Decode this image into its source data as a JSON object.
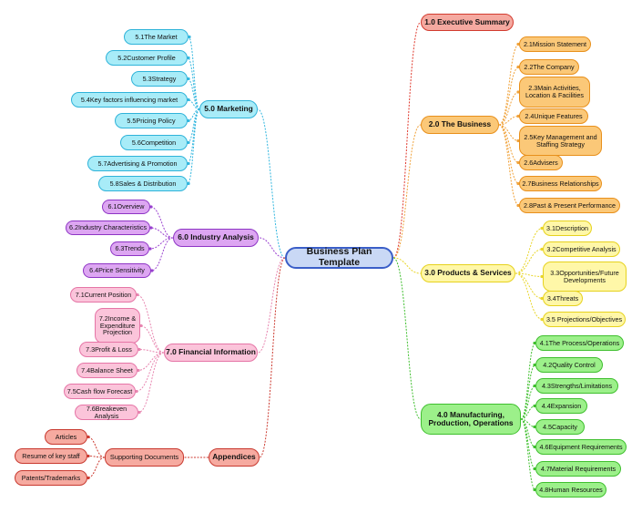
{
  "colors": {
    "center": {
      "fill": "#c9d8f5",
      "border": "#3a5ec8",
      "line": "#3a5ec8"
    },
    "exec": {
      "fill": "#f5a9a0",
      "border": "#d23b2f",
      "line": "#e03a2e"
    },
    "business": {
      "fill": "#fbc878",
      "border": "#e8901c",
      "line": "#f0a23a"
    },
    "products": {
      "fill": "#fff7a8",
      "border": "#e6d21e",
      "line": "#e9d62a"
    },
    "manufacturing": {
      "fill": "#9cf08a",
      "border": "#3fbf2e",
      "line": "#3fbf2e"
    },
    "marketing": {
      "fill": "#a8ecf8",
      "border": "#2fb3d9",
      "line": "#33b7df"
    },
    "industry": {
      "fill": "#dda6f2",
      "border": "#8e35c5",
      "line": "#9a42d0"
    },
    "financial": {
      "fill": "#fbc4da",
      "border": "#e575a6",
      "line": "#e886b0"
    },
    "appendices": {
      "fill": "#f6aaa0",
      "border": "#c8392f",
      "line": "#cc3a30"
    }
  },
  "center": {
    "label": "Business Plan Template",
    "icon": "mind-map-root"
  },
  "branches": {
    "exec": {
      "label": "1.0   Executive Summary"
    },
    "business": {
      "label": "2.0   The Business",
      "children": [
        "2.1Mission  Statement",
        "2.2The Company",
        "2.3Main Activities, Location & Facilities",
        "2.4Unique Features",
        "2.5Key Management and Staffing Strategy",
        "2.6Advisers",
        "2.7Business Relationships",
        "2.8Past & Present Performance"
      ]
    },
    "products": {
      "label": "3.0   Products & Services",
      "children": [
        "3.1Description",
        "3.2Competitive Analysis",
        "3.3Opportunities/Future Developments",
        "3.4Threats",
        "3.5 Projections/Objectives"
      ]
    },
    "manufacturing": {
      "label": "4.0 Manufacturing, Production, Operations",
      "children": [
        "4.1The Process/Operations",
        "4.2Quality Control",
        "4.3Strengths/Limitations",
        "4.4Expansion",
        "4.5Capacity",
        "4.6Equipment Requirements",
        "4.7Material Requirements",
        "4.8Human Resources"
      ]
    },
    "marketing": {
      "label": "5.0    Marketing",
      "children": [
        "5.1The Market",
        "5.2Customer Profile",
        "5.3Strategy",
        "5.4Key factors influencing market",
        "5.5Pricing Policy",
        "5.6Competition",
        "5.7Advertising & Promotion",
        "5.8Sales & Distribution"
      ]
    },
    "industry": {
      "label": "6.0   Industry Analysis",
      "children": [
        "6.1Overview",
        "6.2Industry Characteristics",
        "6.3Trends",
        "6.4Price  Sensitivity"
      ]
    },
    "financial": {
      "label": "7.0   Financial Information",
      "children": [
        "7.1Current Position",
        "7.2Income & Expenditure Projection",
        "7.3Profit & Loss",
        "7.4Balance Sheet",
        "7.5Cash flow Forecast",
        "7.6Breakeven Analysis"
      ]
    },
    "appendices": {
      "label": "Appendices",
      "sub": {
        "label": "Supporting Documents",
        "children": [
          "Articles",
          "Resume of key staff",
          "Patents/Trademarks"
        ]
      }
    }
  }
}
